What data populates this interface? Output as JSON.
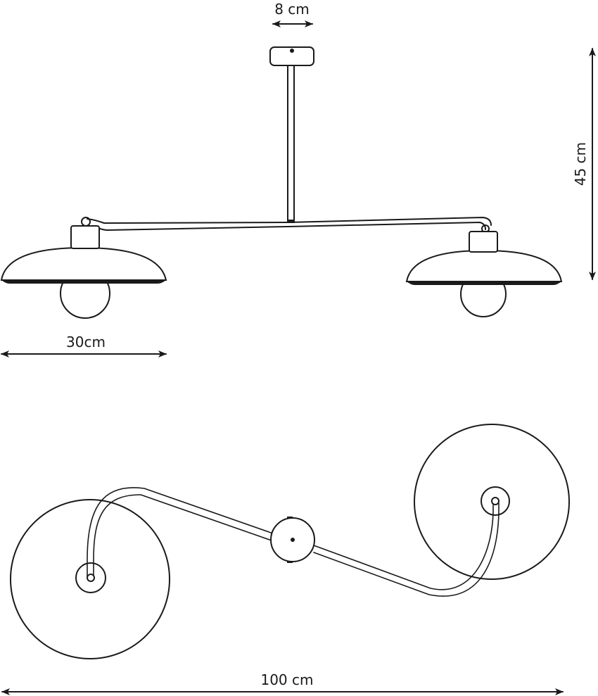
{
  "dimensions": {
    "canopy_width": "8 cm",
    "height": "45 cm",
    "shade_diameter": "30cm",
    "total_length": "100 cm"
  },
  "colors": {
    "line": "#1a1a1a",
    "background": "#ffffff"
  }
}
